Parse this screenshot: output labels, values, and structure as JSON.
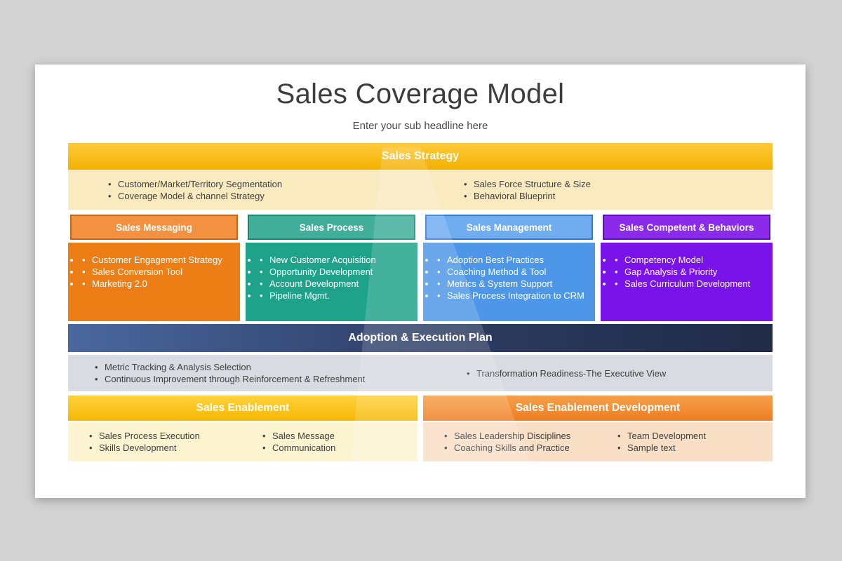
{
  "slide": {
    "title": "Sales Coverage Model",
    "subtitle": "Enter your sub headline here"
  },
  "sales_strategy": {
    "title": "Sales Strategy",
    "left_bullets": [
      "Customer/Market/Territory Segmentation",
      "Coverage Model & channel Strategy"
    ],
    "right_bullets": [
      "Sales Force Structure & Size",
      "Behavioral Blueprint"
    ],
    "bar_color": "#F3B000",
    "band_color": "#FAEABF"
  },
  "columns": [
    {
      "title": "Sales Messaging",
      "bullets": [
        "Customer Engagement Strategy",
        "Sales Conversion Tool",
        "Marketing 2.0"
      ],
      "header_color": "#F2913F",
      "body_color": "#ED7E15",
      "border_color": "#C4661A"
    },
    {
      "title": "Sales Process",
      "bullets": [
        "New Customer Acquisition",
        "Opportunity Development",
        "Account Development",
        "Pipeline Mgmt."
      ],
      "header_color": "#41AE99",
      "body_color": "#1FA28A",
      "border_color": "#148A72"
    },
    {
      "title": "Sales Management",
      "bullets": [
        "Adoption Best Practices",
        "Coaching Method & Tool",
        "Metrics & System Support",
        "Sales Process Integration to CRM"
      ],
      "header_color": "#6FACF0",
      "body_color": "#4E97E8",
      "border_color": "#3577CE"
    },
    {
      "title": "Sales Competent & Behaviors",
      "bullets": [
        "Competency Model",
        "Gap Analysis & Priority",
        "Sales Curriculum Development"
      ],
      "header_color": "#8B2BE9",
      "body_color": "#7A12EA",
      "border_color": "#5C0DC0"
    }
  ],
  "adoption_plan": {
    "title": "Adoption & Execution Plan",
    "left_bullets": [
      "Metric Tracking & Analysis Selection",
      "Continuous Improvement through Reinforcement & Refreshment"
    ],
    "right_bullets": [
      "Transformation Readiness-The Executive View"
    ],
    "bar_color_start": "#4A689F",
    "bar_color_end": "#202B47",
    "band_color": "#D8DBE2"
  },
  "sales_enablement": {
    "title": "Sales Enablement",
    "col1_bullets": [
      "Sales Process Execution",
      "Skills Development"
    ],
    "col2_bullets": [
      "Sales Message",
      "Communication"
    ],
    "bar_color": "#F6B703",
    "band_color": "#FCF3D0"
  },
  "sales_enablement_development": {
    "title": "Sales Enablement Development",
    "col1_bullets": [
      "Sales Leadership Disciplines",
      "Coaching Skills and Practice"
    ],
    "col2_bullets": [
      "Team Development",
      "Sample text"
    ],
    "bar_color": "#EE7D22",
    "band_color": "#F9DFC6"
  }
}
